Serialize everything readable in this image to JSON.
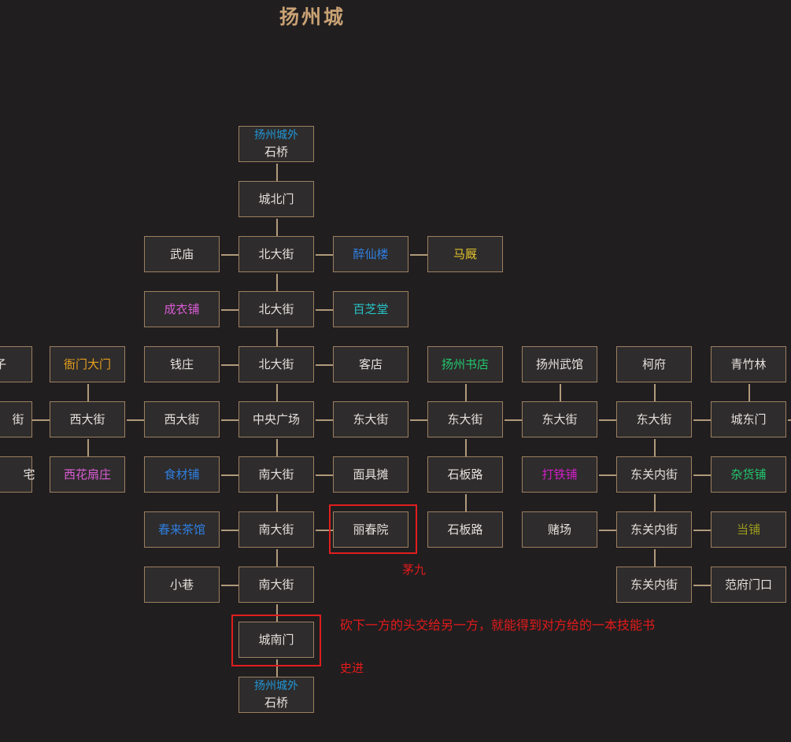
{
  "title": "扬州城",
  "colors": {
    "default": "#e4e0dc",
    "link": "#b09a7a",
    "highlight": "#e01e1e"
  },
  "rooms": [
    {
      "id": "north_outside",
      "sub": "扬州城外",
      "subColor": "#2196d6",
      "label": "石桥"
    },
    {
      "id": "north_gate",
      "label": "城北门"
    },
    {
      "id": "wumiao",
      "label": "武庙"
    },
    {
      "id": "north_st1",
      "label": "北大街"
    },
    {
      "id": "zuixianlou",
      "label": "醉仙楼",
      "color": "#2f7ee0"
    },
    {
      "id": "majiu",
      "label": "马厩",
      "color": "#e3c42c"
    },
    {
      "id": "chengyipu",
      "label": "成衣铺",
      "color": "#dc5cd6"
    },
    {
      "id": "north_st2",
      "label": "北大街"
    },
    {
      "id": "baizhitang",
      "label": "百芝堂",
      "color": "#28c4c8"
    },
    {
      "id": "zhaizi",
      "label": "宅子"
    },
    {
      "id": "yamen",
      "label": "衙门大门",
      "color": "#e6a01e"
    },
    {
      "id": "qianzhuang",
      "label": "钱庄"
    },
    {
      "id": "north_st3",
      "label": "北大街"
    },
    {
      "id": "kedian",
      "label": "客店"
    },
    {
      "id": "shudian",
      "label": "扬州书店",
      "color": "#22c76e"
    },
    {
      "id": "wuguan",
      "label": "扬州武馆"
    },
    {
      "id": "kefu",
      "label": "柯府"
    },
    {
      "id": "qingzhulin",
      "label": "青竹林"
    },
    {
      "id": "west_edge",
      "label": "街"
    },
    {
      "id": "west_st1",
      "label": "西大街"
    },
    {
      "id": "west_st2",
      "label": "西大街"
    },
    {
      "id": "plaza",
      "label": "中央广场"
    },
    {
      "id": "east_st1",
      "label": "东大街"
    },
    {
      "id": "east_st2",
      "label": "东大街"
    },
    {
      "id": "east_st3",
      "label": "东大街"
    },
    {
      "id": "east_st4",
      "label": "东大街"
    },
    {
      "id": "east_gate",
      "label": "城东门"
    },
    {
      "id": "zhai_edge",
      "label": "宅"
    },
    {
      "id": "shanzhuang",
      "label": "西花扇庄",
      "color": "#dc5cd6"
    },
    {
      "id": "shicaipu",
      "label": "食材铺",
      "color": "#2f7ee0"
    },
    {
      "id": "south_st1",
      "label": "南大街"
    },
    {
      "id": "mianjutan",
      "label": "面具摊"
    },
    {
      "id": "shibanlu1",
      "label": "石板路"
    },
    {
      "id": "datiepu",
      "label": "打铁铺",
      "color": "#d21ec8"
    },
    {
      "id": "dongguan1",
      "label": "东关内街"
    },
    {
      "id": "zahuopu",
      "label": "杂货铺",
      "color": "#22c76e"
    },
    {
      "id": "chaguan",
      "label": "春来茶馆",
      "color": "#2f7ee0"
    },
    {
      "id": "south_st2",
      "label": "南大街"
    },
    {
      "id": "lichunyuan",
      "label": "丽春院"
    },
    {
      "id": "shibanlu2",
      "label": "石板路"
    },
    {
      "id": "duchang",
      "label": "赌场"
    },
    {
      "id": "dongguan2",
      "label": "东关内街"
    },
    {
      "id": "dangpu",
      "label": "当铺",
      "color": "#9a9a1e"
    },
    {
      "id": "xiaoxiang",
      "label": "小巷"
    },
    {
      "id": "south_st3",
      "label": "南大街"
    },
    {
      "id": "dongguan3",
      "label": "东关内街"
    },
    {
      "id": "fanfu",
      "label": "范府门口"
    },
    {
      "id": "south_gate",
      "label": "城南门"
    },
    {
      "id": "south_outside",
      "sub": "扬州城外",
      "subColor": "#2196d6",
      "label": "石桥"
    }
  ],
  "annotations": {
    "maojiu": "茅九",
    "quest": "砍下一方的头交给另一方，就能得到对方给的一本技能书",
    "shijin": "史进"
  }
}
